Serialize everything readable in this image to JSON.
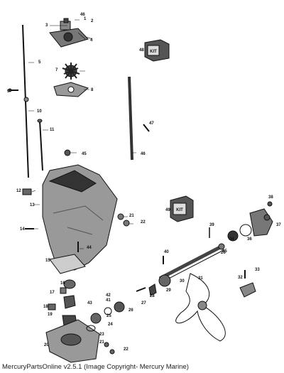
{
  "footer": "MercuryPartsOnline v2.5.1 (Image Copyright- Mercury Marine)",
  "callouts": [
    "46",
    "1",
    "3",
    "2",
    "4",
    "48",
    "5",
    "7",
    "8",
    "9",
    "10",
    "11",
    "47",
    "45",
    "46",
    "12",
    "13",
    "38",
    "49",
    "21",
    "22",
    "39",
    "37",
    "14",
    "44",
    "36",
    "34",
    "35",
    "40",
    "26",
    "15",
    "33",
    "31",
    "32",
    "29",
    "30",
    "16",
    "27",
    "28",
    "42",
    "17",
    "41",
    "43",
    "25",
    "18",
    "26",
    "24",
    "19",
    "23",
    "20",
    "21",
    "22"
  ],
  "kit_label_1": "KIT",
  "kit_label_2": "KIT",
  "chart_data": {}
}
